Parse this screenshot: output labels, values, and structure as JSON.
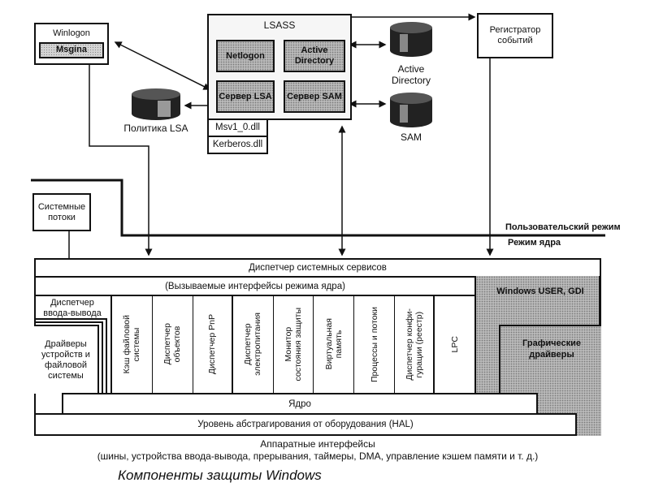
{
  "title": "Компоненты защиты Windows",
  "user_mode": {
    "winlogon": {
      "label": "Winlogon",
      "msgina": "Msgina"
    },
    "lsass": {
      "label": "LSASS",
      "modules": [
        "Netlogon",
        "Active Directory",
        "Сервер LSA",
        "Сервер SAM"
      ],
      "dlls": [
        "Msv1_0.dll",
        "Kerberos.dll"
      ]
    },
    "databases": {
      "lsa_policy": "Политика LSA",
      "active_directory": "Active Directory",
      "sam": "SAM"
    },
    "event_logger": "Регистратор событий",
    "system_threads": "Системные потоки"
  },
  "mode_boundary": {
    "user_mode_label": "Пользовательский режим",
    "kernel_mode_label": "Режим ядра"
  },
  "kernel_mode": {
    "system_service_dispatcher": "Диспетчер системных сервисов",
    "kernel_interfaces": "(Вызываемые интерфейсы режима ядра)",
    "io_manager": "Диспетчер ввода-вывода",
    "drivers": "Драйверы устройств и файловой системы",
    "components": [
      "Кэш файловой\nсистемы",
      "Диспетчер\nобъектов",
      "Диспетчер PnP",
      "Диспетчер\nэлектропитания",
      "Монитор\nсостояния защиты",
      "Виртуальная\nпамять",
      "Процессы и потоки",
      "Диспетчер конфи-\nгурации (реестр)",
      "LPC"
    ],
    "windows_user_gdi": "Windows USER, GDI",
    "graphics_drivers": "Графические драйверы",
    "kernel": "Ядро",
    "hal": "Уровень абстрагирования от оборудования (HAL)"
  },
  "hardware": {
    "title": "Аппаратные интерфейсы",
    "details": "(шины, устройства ввода-вывода, прерывания, таймеры, DMA, управление кэшем памяти и т. д.)"
  }
}
